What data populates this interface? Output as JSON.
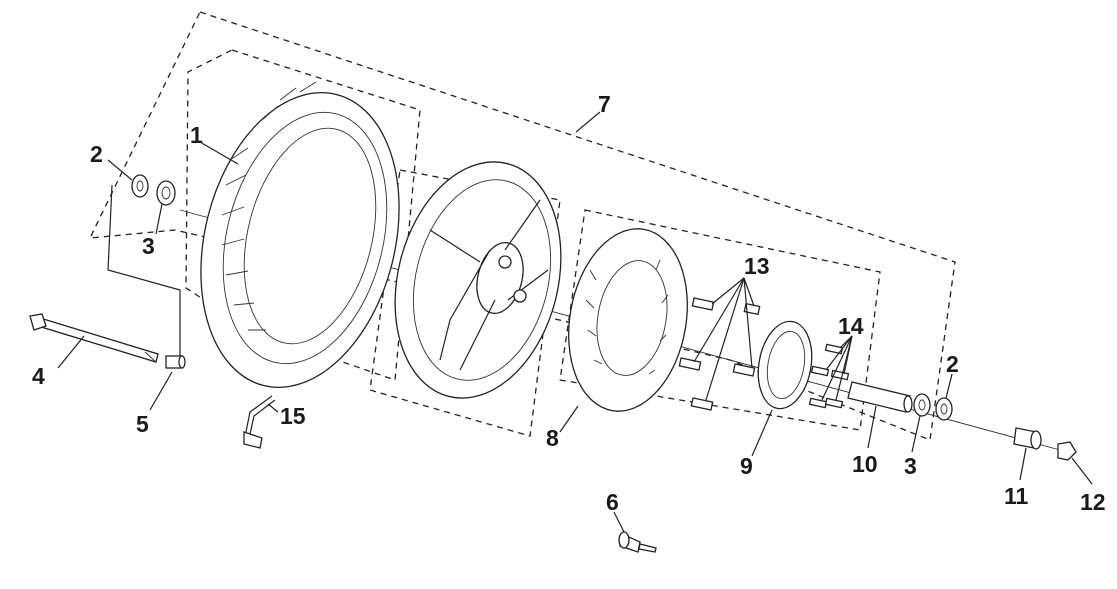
{
  "callouts": [
    "1",
    "2",
    "3",
    "4",
    "5",
    "2",
    "3",
    "6",
    "7",
    "8",
    "9",
    "10",
    "11",
    "12",
    "13",
    "14",
    "15"
  ],
  "colors": {
    "ink": "#222222",
    "background": "#ffffff"
  }
}
